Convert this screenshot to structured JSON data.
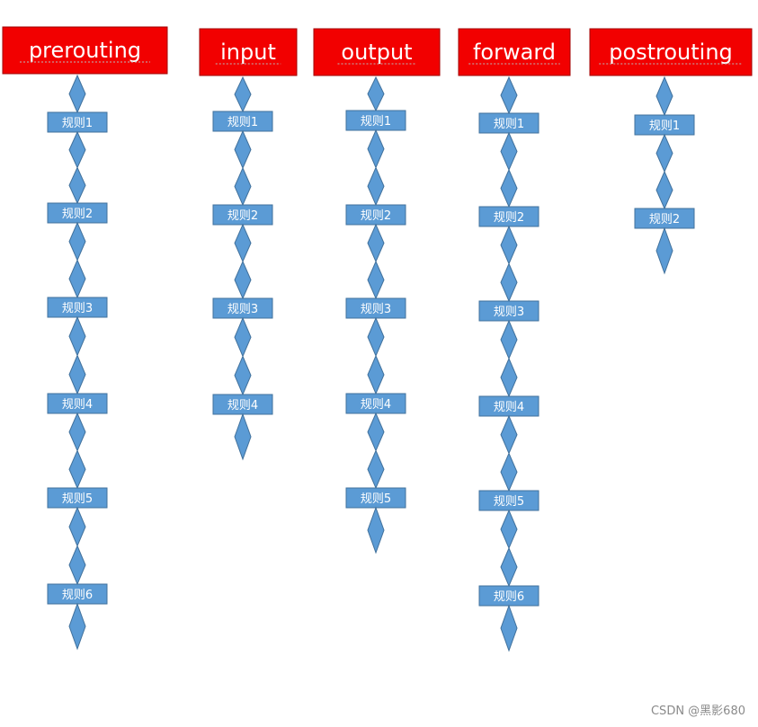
{
  "colors": {
    "header_fill": "#f20000",
    "header_stroke": "#a00000",
    "rule_fill": "#5b9bd5",
    "rule_stroke": "#41719c",
    "header_text": "#ffffff",
    "rule_text": "#ffffff",
    "squiggle": "#b9b9b9"
  },
  "chains": [
    {
      "name": "prerouting",
      "rules": [
        "规则1",
        "规则2",
        "规则3",
        "规则4",
        "规则5",
        "规则6"
      ]
    },
    {
      "name": "input",
      "rules": [
        "规则1",
        "规则2",
        "规则3",
        "规则4"
      ]
    },
    {
      "name": "output",
      "rules": [
        "规则1",
        "规则2",
        "规则3",
        "规则4",
        "规则5"
      ]
    },
    {
      "name": "forward",
      "rules": [
        "规则1",
        "规则2",
        "规则3",
        "规则4",
        "规则5",
        "规则6"
      ]
    },
    {
      "name": "postrouting",
      "rules": [
        "规则1",
        "规则2"
      ]
    }
  ],
  "watermark": "CSDN @黑影680"
}
